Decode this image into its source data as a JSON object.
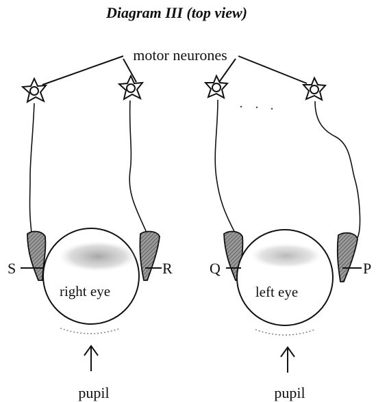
{
  "title": "Diagram III (top view)",
  "labels": {
    "motor_neurones": "motor neurones",
    "S": "S",
    "R": "R",
    "Q": "Q",
    "P": "P",
    "right_eye": "right eye",
    "left_eye": "left eye",
    "pupil_right": "pupil",
    "pupil_left": "pupil"
  },
  "colors": {
    "ink": "#111111",
    "muscle_fill": "#8a8a8a",
    "eye_shading": "#bdbdbd"
  }
}
